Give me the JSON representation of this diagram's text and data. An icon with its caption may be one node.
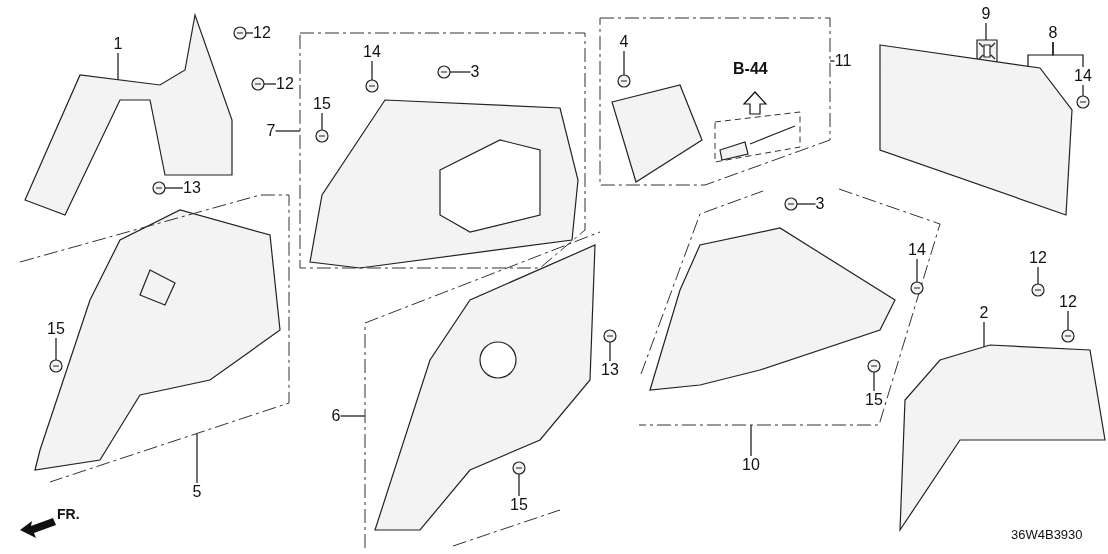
{
  "diagram": {
    "nodes": [
      {
        "text": [],
        "shape": "box"
      },
      {
        "text": [
          "14"
        ],
        "in": 0
      },
      {
        "text": [],
        "shape": "picture",
        "in": 0
      },
      {
        "text": [
          "3"
        ],
        "in": 0
      },
      {
        "text": [],
        "shape": "picture",
        "in": 0
      },
      {
        "text": [
          "15"
        ],
        "in": 0
      },
      {
        "text": [],
        "shape": "picture",
        "in": 0
      },
      {
        "text": [
          "7"
        ]
      },
      {
        "text": [],
        "shape": "box"
      },
      {
        "text": [
          "4"
        ],
        "in": 8
      },
      {
        "text": [],
        "shape": "picture",
        "in": 8
      },
      {
        "text": [
          "11"
        ]
      },
      {
        "text": [
          "1"
        ]
      },
      {
        "text": [],
        "shape": "picture"
      },
      {
        "text": [
          "12"
        ]
      },
      {
        "text": [],
        "shape": "picture"
      },
      {
        "text": [
          "12"
        ]
      },
      {
        "text": [],
        "shape": "picture"
      },
      {
        "text": [
          "9"
        ]
      },
      {
        "text": [],
        "shape": "picture"
      },
      {
        "text": [
          "8"
        ]
      },
      {
        "text": [],
        "shape": "picture"
      },
      {
        "text": [
          "14"
        ]
      },
      {
        "text": [],
        "shape": "picture"
      },
      {
        "text": [
          "13"
        ]
      },
      {
        "text": [],
        "shape": "picture"
      },
      {
        "text": [],
        "shape": "box"
      },
      {
        "text": [
          "15"
        ],
        "in": 26
      },
      {
        "text": [],
        "shape": "picture",
        "in": 26
      },
      {
        "text": [
          "5"
        ]
      },
      {
        "text": [],
        "shape": "box"
      },
      {
        "text": [
          "3"
        ],
        "in": 30
      },
      {
        "text": [],
        "shape": "picture",
        "in": 30
      },
      {
        "text": [
          "14"
        ],
        "in": 30
      },
      {
        "text": [],
        "shape": "picture",
        "in": 30
      },
      {
        "text": [
          "15"
        ],
        "in": 30
      },
      {
        "text": [],
        "shape": "picture",
        "in": 30
      },
      {
        "text": [
          "10"
        ]
      },
      {
        "text": [
          "12"
        ]
      },
      {
        "text": [],
        "shape": "picture"
      },
      {
        "text": [
          "2"
        ]
      },
      {
        "text": [],
        "shape": "picture"
      },
      {
        "text": [
          "12"
        ]
      },
      {
        "text": [],
        "shape": "picture"
      },
      {
        "text": [],
        "shape": "box"
      },
      {
        "text": [
          "15"
        ],
        "in": 44
      },
      {
        "text": [],
        "shape": "picture",
        "in": 44
      },
      {
        "text": [
          "6"
        ]
      },
      {
        "text": [
          "13"
        ]
      },
      {
        "text": [],
        "shape": "picture"
      }
    ],
    "edges": [
      {
        "from": 1,
        "to": 2,
        "arrow": "none"
      },
      {
        "from": 3,
        "to": 4,
        "arrow": "none"
      },
      {
        "from": 5,
        "to": 6,
        "arrow": "none"
      },
      {
        "from": 7,
        "to": 0,
        "arrow": "none"
      },
      {
        "from": 9,
        "to": 10,
        "arrow": "none"
      },
      {
        "from": 11,
        "to": 8,
        "arrow": "none"
      },
      {
        "from": 12,
        "to": 13,
        "arrow": "none"
      },
      {
        "from": 14,
        "to": 15,
        "arrow": "none"
      },
      {
        "from": 16,
        "to": 17,
        "arrow": "none"
      },
      {
        "from": 18,
        "to": 19,
        "arrow": "none"
      },
      {
        "from": 20,
        "to": 21,
        "arrow": "none"
      },
      {
        "from": 20,
        "to": 22,
        "arrow": "none"
      },
      {
        "from": 22,
        "to": 23,
        "arrow": "none"
      },
      {
        "from": 24,
        "to": 25,
        "arrow": "none"
      },
      {
        "from": 29,
        "to": 26,
        "arrow": "none"
      },
      {
        "from": 27,
        "to": 28,
        "arrow": "none"
      },
      {
        "from": 31,
        "to": 32,
        "arrow": "none"
      },
      {
        "from": 33,
        "to": 34,
        "arrow": "none"
      },
      {
        "from": 35,
        "to": 36,
        "arrow": "none"
      },
      {
        "from": 37,
        "to": 30,
        "arrow": "none"
      },
      {
        "from": 38,
        "to": 39,
        "arrow": "none"
      },
      {
        "from": 40,
        "to": 41,
        "arrow": "none"
      },
      {
        "from": 42,
        "to": 43,
        "arrow": "none"
      },
      {
        "from": 45,
        "to": 46,
        "arrow": "none"
      },
      {
        "from": 47,
        "to": 44,
        "arrow": "none"
      },
      {
        "from": 48,
        "to": 49,
        "arrow": "none"
      }
    ],
    "labels": [
      "B-44",
      "FR.",
      "36W4B3930"
    ]
  }
}
